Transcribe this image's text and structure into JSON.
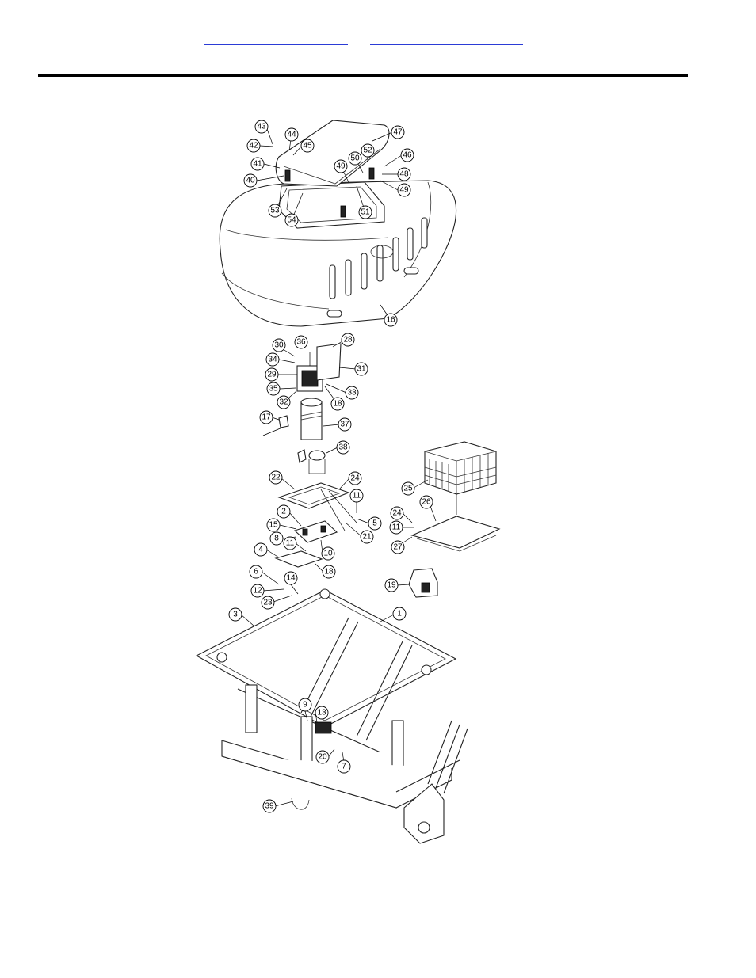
{
  "header": {
    "links": [
      "",
      ""
    ]
  },
  "diagram": {
    "callouts": [
      "43",
      "44",
      "47",
      "42",
      "45",
      "52",
      "46",
      "41",
      "50",
      "48",
      "40",
      "49",
      "49",
      "53",
      "51",
      "54",
      "16",
      "30",
      "36",
      "28",
      "34",
      "31",
      "29",
      "35",
      "33",
      "32",
      "18",
      "17",
      "37",
      "38",
      "22",
      "24",
      "25",
      "11",
      "2",
      "5",
      "26",
      "15",
      "21",
      "24",
      "11",
      "8",
      "10",
      "4",
      "11",
      "27",
      "18",
      "6",
      "14",
      "19",
      "12",
      "23",
      "3",
      "1",
      "9",
      "13",
      "20",
      "7",
      "39"
    ]
  }
}
